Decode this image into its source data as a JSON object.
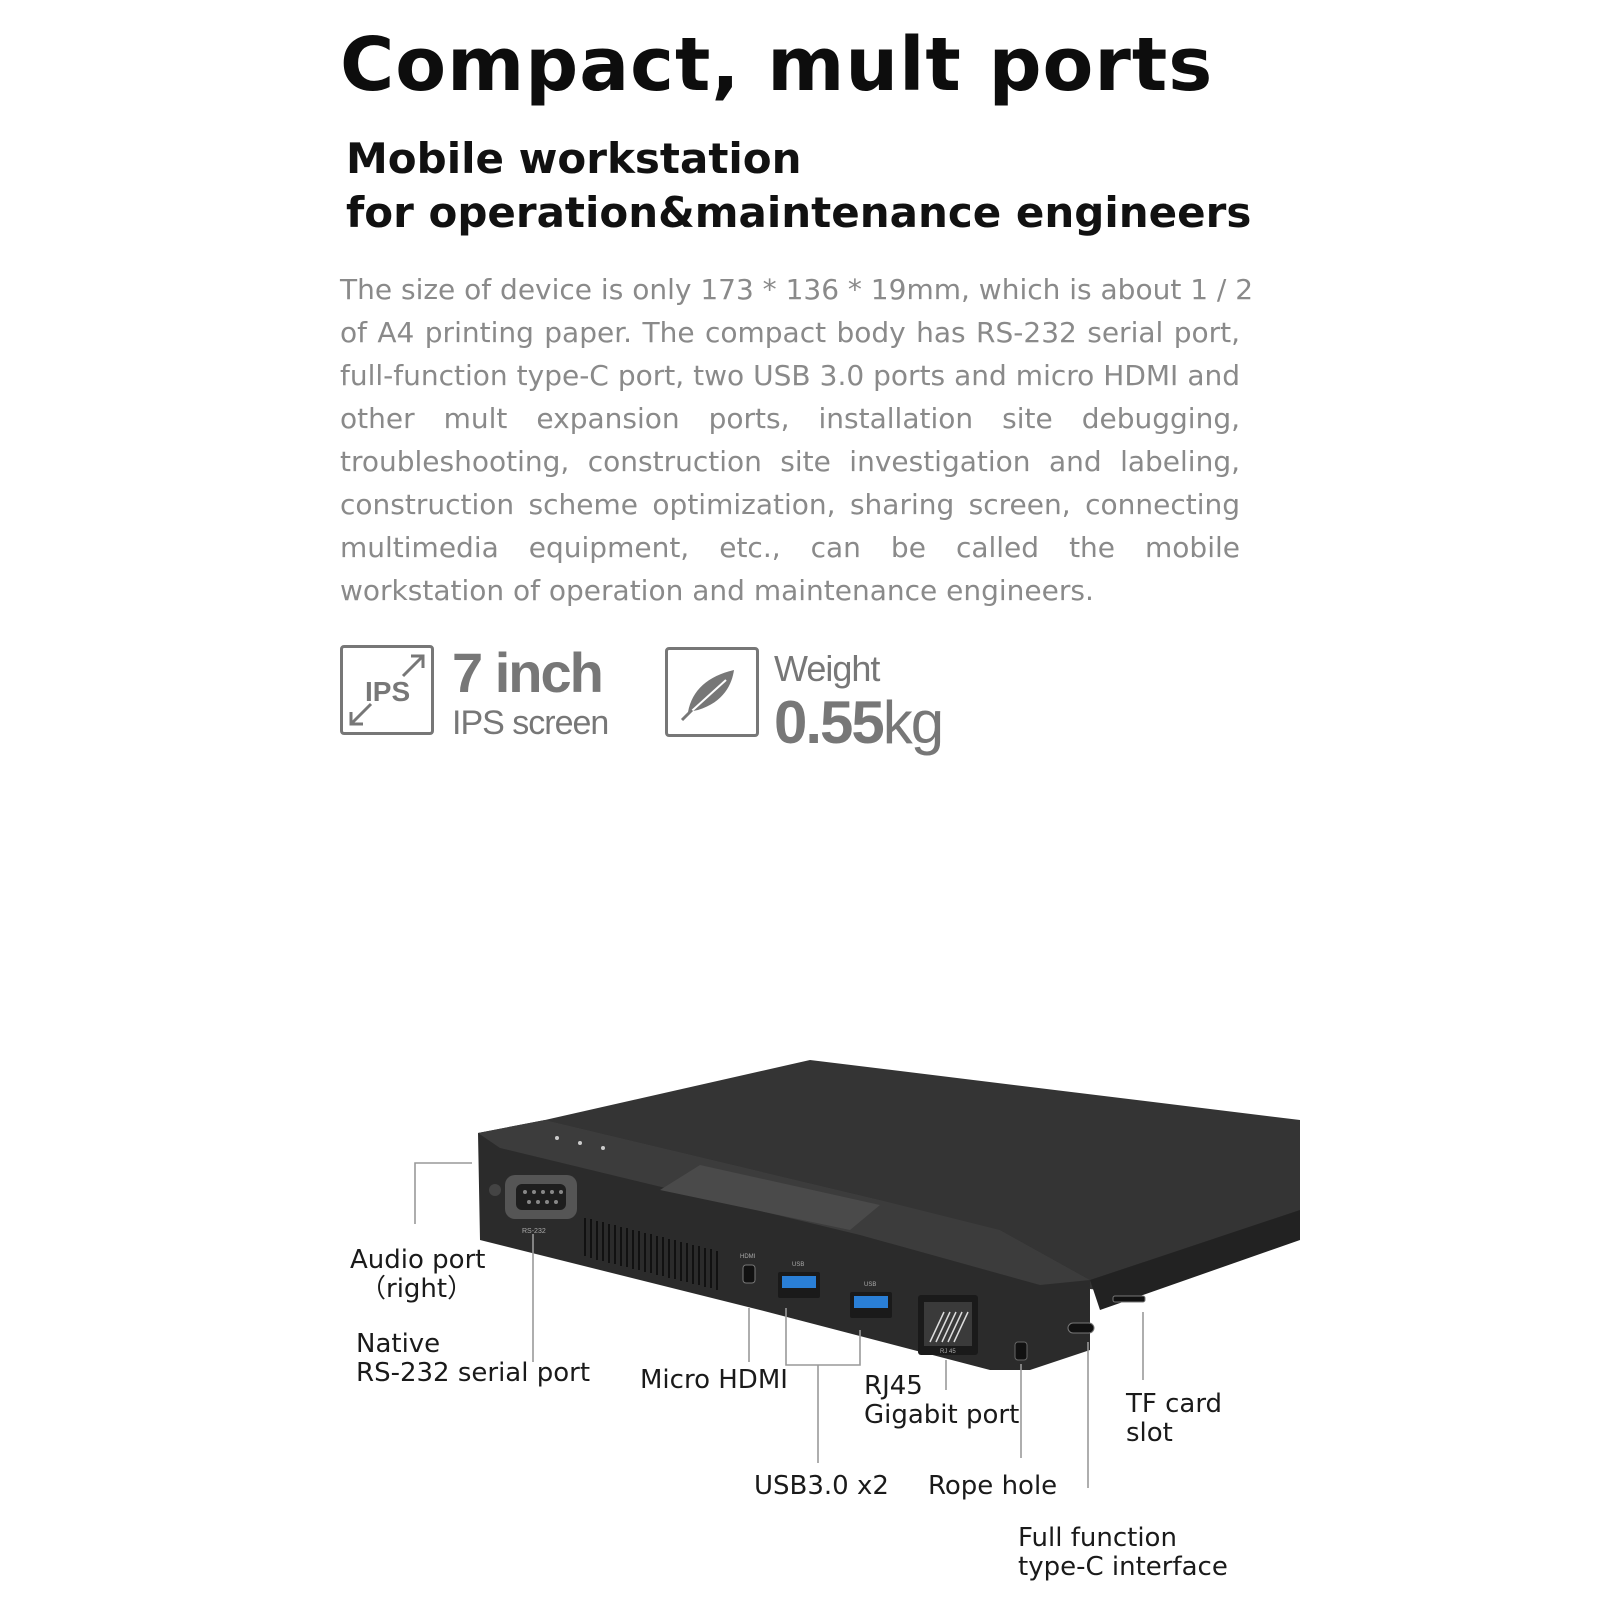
{
  "headline": "Compact, mult ports",
  "subheadline": {
    "line1": "Mobile workstation",
    "line2": "for operation&maintenance engineers"
  },
  "description": {
    "lines": [
      "The size of device is only 173 * 136 * 19mm, which is about 1 / 2",
      "of A4 printing paper. The compact body has RS-232 serial port,",
      "full-function type-C port, two USB 3.0 ports and micro HDMI and",
      "other mult expansion ports, installation site debugging,",
      "troubleshooting, construction site investigation and labeling,",
      "construction scheme optimization, sharing screen, connecting",
      "multimedia equipment, etc., can be called the mobile",
      "workstation of operation and maintenance engineers."
    ]
  },
  "specs": {
    "screen": {
      "icon": "ips-icon",
      "icon_text": "IPS",
      "value": "7 inch",
      "label": "IPS screen"
    },
    "weight": {
      "icon": "feather-icon",
      "label": "Weight",
      "value": "0.55",
      "unit": "kg"
    }
  },
  "device_labels": {
    "rs232_port": "RS-232",
    "hdmi_port": "HDMI",
    "usb_port_1": "USB",
    "usb_port_2": "USB",
    "rj45_port": "RJ 45"
  },
  "callouts": {
    "audio_port": {
      "line1": "Audio port",
      "line2": "（right）"
    },
    "serial_port": {
      "line1": "Native",
      "line2": "RS-232 serial port"
    },
    "micro_hdmi": "Micro HDMI",
    "rj45": {
      "line1": "RJ45",
      "line2": "Gigabit port"
    },
    "usb": "USB3.0 x2",
    "rope_hole": "Rope hole",
    "tf_card": {
      "line1": "TF card",
      "line2": "slot"
    },
    "type_c": {
      "line1": "Full function",
      "line2": "type-C interface"
    }
  },
  "colors": {
    "headline": "#0d0d0d",
    "body_text": "#8a8a8a",
    "spec_gray": "#777777",
    "device_body": "#2b2b2b",
    "usb_blue": "#2a7fd6",
    "callout_line": "#999999"
  }
}
